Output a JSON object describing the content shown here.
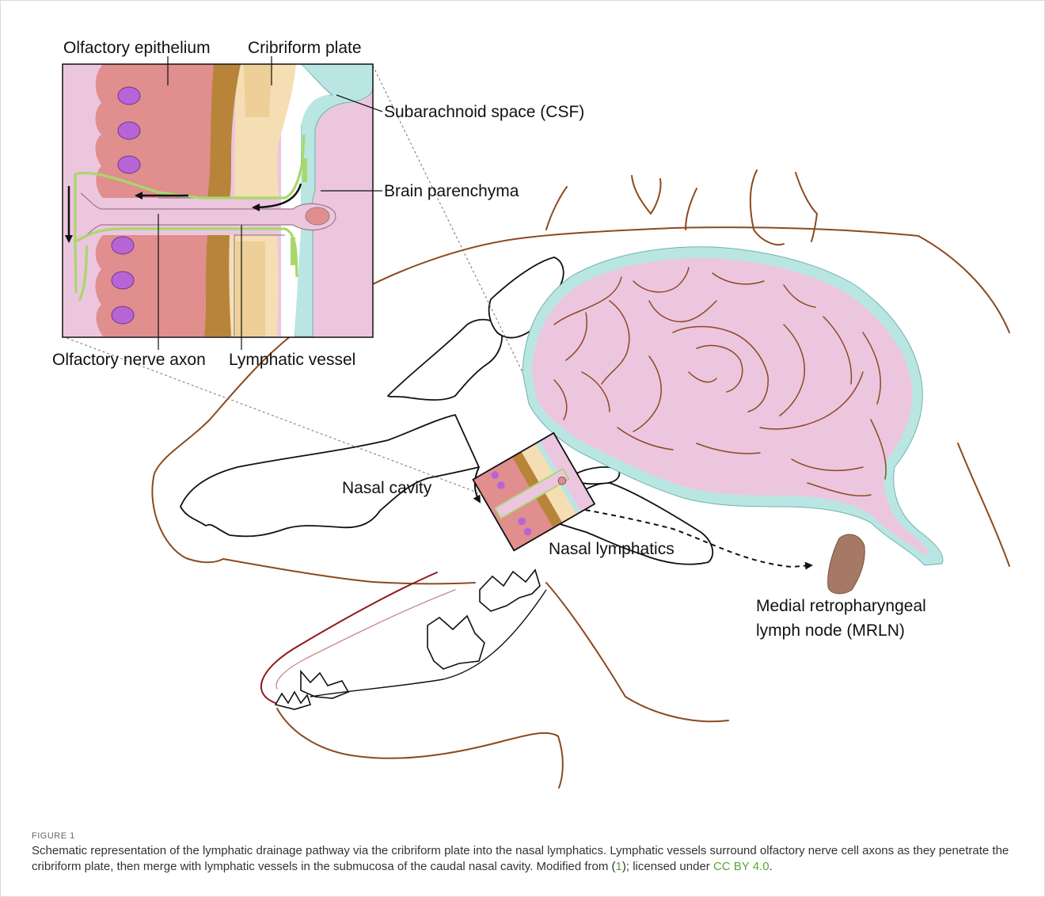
{
  "labels": {
    "olfactory_epithelium": "Olfactory epithelium",
    "cribriform_plate": "Cribriform plate",
    "subarachnoid_space": "Subarachnoid space (CSF)",
    "brain_parenchyma": "Brain parenchyma",
    "olfactory_nerve_axon": "Olfactory nerve axon",
    "lymphatic_vessel": "Lymphatic vessel",
    "nasal_cavity": "Nasal cavity",
    "nasal_lymphatics": "Nasal lymphatics",
    "mrln_line1": "Medial retropharyngeal",
    "mrln_line2": "lymph node (MRLN)"
  },
  "caption": {
    "figure_label": "FIGURE 1",
    "text_main": "Schematic representation of the lymphatic drainage pathway via the cribriform plate into the nasal lymphatics. Lymphatic vessels surround olfactory nerve cell axons as they penetrate the cribriform plate, then merge with lymphatic vessels in the submucosa of the caudal nasal cavity. Modified from (",
    "ref_number": "1",
    "text_licensed": "); licensed under ",
    "license": "CC BY 4.0",
    "text_end": "."
  },
  "colors": {
    "epithelium": "#e08e8e",
    "cell_nucleus": "#b765d6",
    "bone_dark": "#b8843a",
    "bone_light": "#f5deb3",
    "csf": "#b9e6e3",
    "brain": "#ecc6df",
    "lymphatic": "#a8d86a",
    "skin_outline": "#8b4a1e",
    "lymph_node": "#a57966",
    "link": "#5aa537"
  }
}
